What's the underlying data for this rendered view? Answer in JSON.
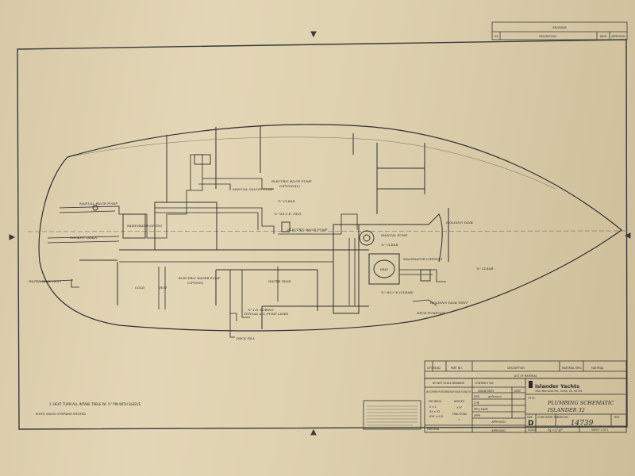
{
  "revisions": {
    "title": "REVISIONS",
    "cols": [
      "LTR",
      "DESCRIPTION",
      "DATE",
      "APPROVED"
    ]
  },
  "labels": {
    "manual_bilge_pump": "MANUAL BILGE PUMP",
    "electric_bilge_pump_optional": "ELECTRIC BILGE PUMP",
    "optional_a": "(OPTIONAL)",
    "manual_galley_pump": "MANUAL GALLEY PUMP",
    "clear_top": "¾\" CLEAR",
    "wire_reinforced": "¾\" W.I.C.E. (W/I)",
    "electric_bilge_pump_2": "ELECTRIC BILGE PUMP",
    "water_heater": "WATER HEATER (OPTION)",
    "cockpit_drain": "COCKPIT DRAIN",
    "holding_tank": "HOLDING TANK",
    "manual_pump": "MANUAL PUMP",
    "clear_mid": "¾\" CLEAR",
    "head": "HEAD",
    "macerator": "MACERATOR (OPTION)",
    "clear_right": "¾\" CLEAR",
    "electric_water_pump": "ELECTRIC WATER PUMP",
    "optional_b": "(OPTION)",
    "water_tank": "WATER TANK",
    "cold": "COLD",
    "hot": "HOT",
    "water_tank_vent": "WATER TANK VENT",
    "hose_clear": "¾\" W.I.C.E (CLEAR)",
    "tubing": "¾\" I.D. TUBING",
    "typical_pump": "TYPICAL ALL PUMP LINES",
    "holding_tank_vent": "HOLDING TANK VENT",
    "deck_pumpout": "DECK PUMPOUT",
    "deck_fill": "DECK FILL",
    "note": "1. HEAT TURN ALL INTAKE TABLE W/ ½\" PIN WITH SLEEVE.",
    "notes_unless": "NOTES: UNLESS OTHERWISE SPECIFIED"
  },
  "title_block": {
    "qty_header": "QTY REQD",
    "part_no_header": "PART NO.",
    "description_header": "DESCRIPTION",
    "material_spec_header": "MATERIAL SPEC",
    "material_header": "MATERIAL",
    "list_of_material": "LIST OF MATERIAL",
    "do_not_scale": "DO NOT SCALE DRAWING",
    "contract_no": "CONTRACT NO.",
    "signatures": "SIGNATURES",
    "date": "DATE",
    "unless": "UNLESS OTHERWISE SPECIFIED DIMENSIONS ARE IN INCHES TOLERANCES ON",
    "decimals": "DECIMALS",
    "angles": "ANGLES",
    "fractions": "FRACTIONS",
    "dec_1": ".X  ±.1",
    "dec_2": ".XX  ±.03",
    "dec_3": ".XXX  ±.010",
    "ang_val": "±½°",
    "frac_val": "±",
    "drawn_rows": [
      "DRN",
      "CHK",
      "PROJ ENGR",
      "APPR"
    ],
    "drawn_by": "gmhansen",
    "approved": "APPROVED",
    "material_label": "MATERIAL",
    "approved2": "APPROVED",
    "company": "Islander Yachts",
    "company_addr": "1922 Barranca Rd., Irvine, Ca. 92714",
    "title_label": "TITLE",
    "title_line1": "PLUMBING SCHEMATIC",
    "title_line2": "ISLANDER 32",
    "size_label": "SIZE",
    "size_val": "D",
    "code_ident": "CODE IDENT NO.",
    "dwg_no_label": "DWG NO.",
    "dwg_no": "14739",
    "rev_label": "REV",
    "scale_label": "SCALE",
    "scale_val": "¾=1'0\"",
    "sheet_label": "SHEET 1 OF 1"
  }
}
